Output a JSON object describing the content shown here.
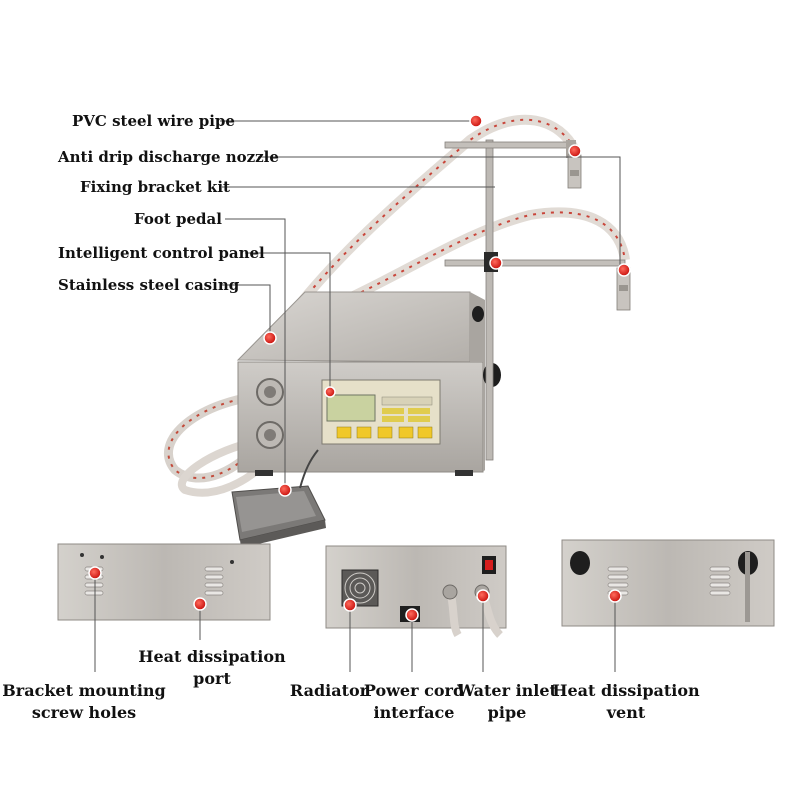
{
  "labels": {
    "pvc_pipe": "PVC steel wire pipe",
    "nozzle": "Anti drip discharge nozzle",
    "bracket": "Fixing bracket kit",
    "pedal": "Foot pedal",
    "panel": "Intelligent control panel",
    "casing": "Stainless steel casing",
    "screw_holes_line1": "Bracket mounting",
    "screw_holes_line2": "screw holes",
    "heat_port_line1": "Heat dissipation",
    "heat_port_line2": "port",
    "radiator": "Radiator",
    "power_line1": "Power cord",
    "power_line2": "interface",
    "water_line1": "Water inlet",
    "water_line2": "pipe",
    "heat_vent_line1": "Heat dissipation",
    "heat_vent_line2": "vent"
  },
  "colors": {
    "marker": "#e0201c",
    "leader": "#555555",
    "steel": "#c9c6c2",
    "panel": "#e8dfa8"
  }
}
